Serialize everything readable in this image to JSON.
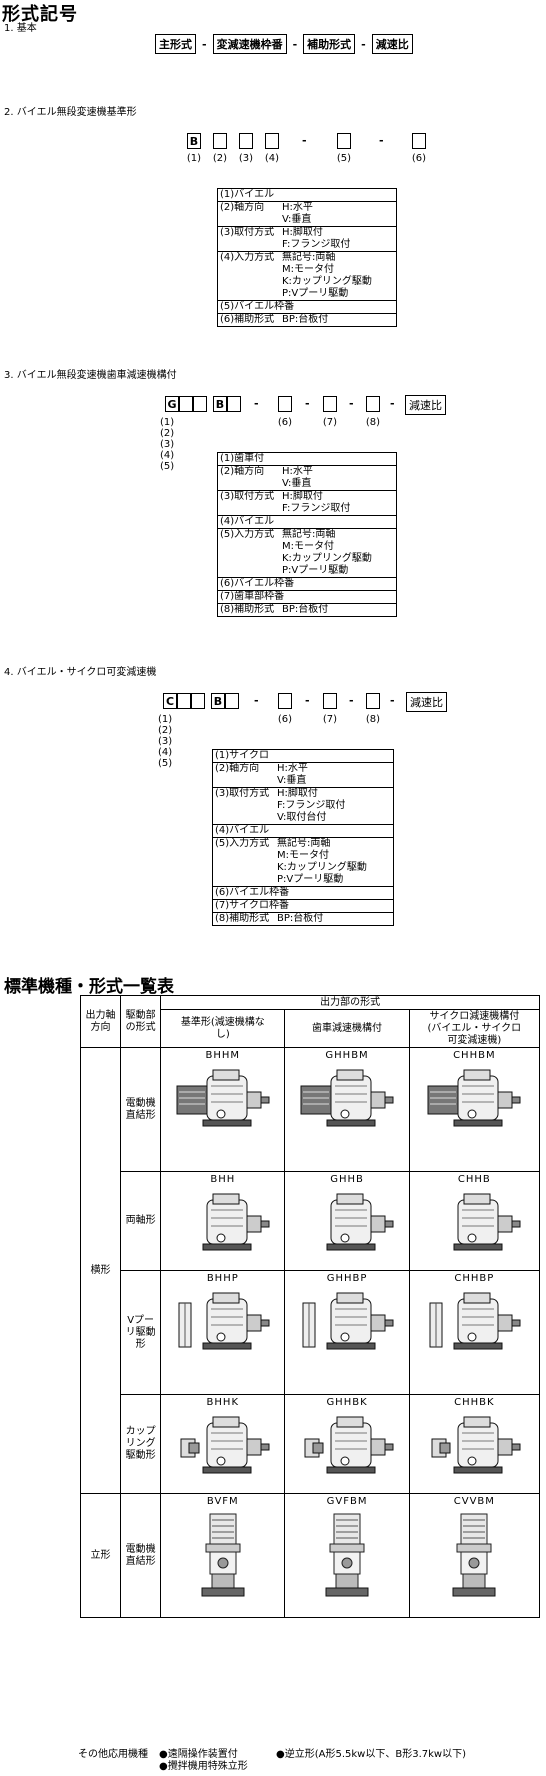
{
  "title": "形式記号",
  "sec1": {
    "label": "1. 基本",
    "items": [
      "主形式",
      "変減速機枠番",
      "補助形式",
      "減速比"
    ],
    "dash": "-"
  },
  "sec2": {
    "label": "2. バイエル無段変速機基準形",
    "cells": [
      "B",
      "",
      "",
      "",
      "",
      ""
    ],
    "cell_labels": [
      "(1)",
      "(2)",
      "(3)",
      "(4)",
      "(5)",
      "(6)"
    ],
    "dash": "-",
    "rows": [
      {
        "k": "(1)バイエル",
        "v": []
      },
      {
        "k": "(2)軸方向",
        "v": [
          "H:水平",
          "V:垂直"
        ]
      },
      {
        "k": "(3)取付方式",
        "v": [
          "H:脚取付",
          "F:フランジ取付"
        ]
      },
      {
        "k": "(4)入力方式",
        "v": [
          "無記号:両軸",
          "M:モータ付",
          "K:カップリング駆動",
          "P:Vプーリ駆動"
        ]
      },
      {
        "k": "(5)バイエル枠番",
        "v": []
      },
      {
        "k": "(6)補助形式",
        "v": [
          "BP:台板付"
        ]
      }
    ]
  },
  "sec3": {
    "label": "3. バイエル無段変速機歯車減速機構付",
    "cells": [
      "G",
      "",
      "",
      "B",
      ""
    ],
    "tail_box": "減速比",
    "cell_labels": "(1)(2)(3)(4)(5)",
    "tail_labels": [
      "(6)",
      "(7)",
      "(8)"
    ],
    "dash": "-",
    "rows": [
      {
        "k": "(1)歯車付",
        "v": []
      },
      {
        "k": "(2)軸方向",
        "v": [
          "H:水平",
          "V:垂直"
        ]
      },
      {
        "k": "(3)取付方式",
        "v": [
          "H:脚取付",
          "F:フランジ取付"
        ]
      },
      {
        "k": "(4)バイエル",
        "v": []
      },
      {
        "k": "(5)入力方式",
        "v": [
          "無記号:両軸",
          "M:モータ付",
          "K:カップリング駆動",
          "P:Vプーリ駆動"
        ]
      },
      {
        "k": "(6)バイエル枠番",
        "v": []
      },
      {
        "k": "(7)歯車部枠番",
        "v": []
      },
      {
        "k": "(8)補助形式",
        "v": [
          "BP:台板付"
        ]
      }
    ]
  },
  "sec4": {
    "label": "4. バイエル・サイクロ可変減速機",
    "cells": [
      "C",
      "",
      "",
      "B",
      ""
    ],
    "tail_box": "減速比",
    "cell_labels": "(1)(2)(3)(4)(5)",
    "tail_labels": [
      "(6)",
      "(7)",
      "(8)"
    ],
    "dash": "-",
    "rows": [
      {
        "k": "(1)サイクロ",
        "v": []
      },
      {
        "k": "(2)軸方向",
        "v": [
          "H:水平",
          "V:垂直"
        ]
      },
      {
        "k": "(3)取付方式",
        "v": [
          "H:脚取付",
          "F:フランジ取付",
          "V:取付台付"
        ]
      },
      {
        "k": "(4)バイエル",
        "v": []
      },
      {
        "k": "(5)入力方式",
        "v": [
          "無記号:両軸",
          "M:モータ付",
          "K:カップリング駆動",
          "P:Vプーリ駆動"
        ]
      },
      {
        "k": "(6)バイエル枠番",
        "v": []
      },
      {
        "k": "(7)サイクロ枠番",
        "v": []
      },
      {
        "k": "(8)補助形式",
        "v": [
          "BP:台板付"
        ]
      }
    ]
  },
  "std": {
    "title": "標準機種・形式一覧表",
    "h_out_shaft": [
      "出力軸",
      "方向"
    ],
    "h_drive": [
      "駆動部",
      "の形式"
    ],
    "h_output": "出力部の形式",
    "cols": [
      [
        "基準形(減速機構な",
        "し)"
      ],
      [
        "歯車減速機構付"
      ],
      [
        "サイクロ減速機構付",
        "(バイエル・サイクロ",
        "可変減速機)"
      ]
    ],
    "group_h": "横形",
    "group_v": "立形",
    "rows": [
      {
        "drive": [
          "電動機",
          "直結形"
        ],
        "models": [
          "BHHM",
          "GHHBM",
          "CHHBM"
        ]
      },
      {
        "drive": [
          "両軸形"
        ],
        "models": [
          "BHH",
          "GHHB",
          "CHHB"
        ]
      },
      {
        "drive": [
          "Vプー",
          "リ駆動",
          "形"
        ],
        "models": [
          "BHHP",
          "GHHBP",
          "CHHBP"
        ]
      },
      {
        "drive": [
          "カップ",
          "リング",
          "駆動形"
        ],
        "models": [
          "BHHK",
          "GHHBK",
          "CHHBK"
        ]
      },
      {
        "drive": [
          "電動機",
          "直結形"
        ],
        "models": [
          "BVFM",
          "GVFBM",
          "CVVBM"
        ]
      }
    ],
    "footer_label": "その他応用機種",
    "footer_items": [
      "●遠隔操作装置付",
      "●逆立形(A形5.5kw以下、B形3.7kw以下)",
      "●攪拌機用特殊立形"
    ]
  }
}
